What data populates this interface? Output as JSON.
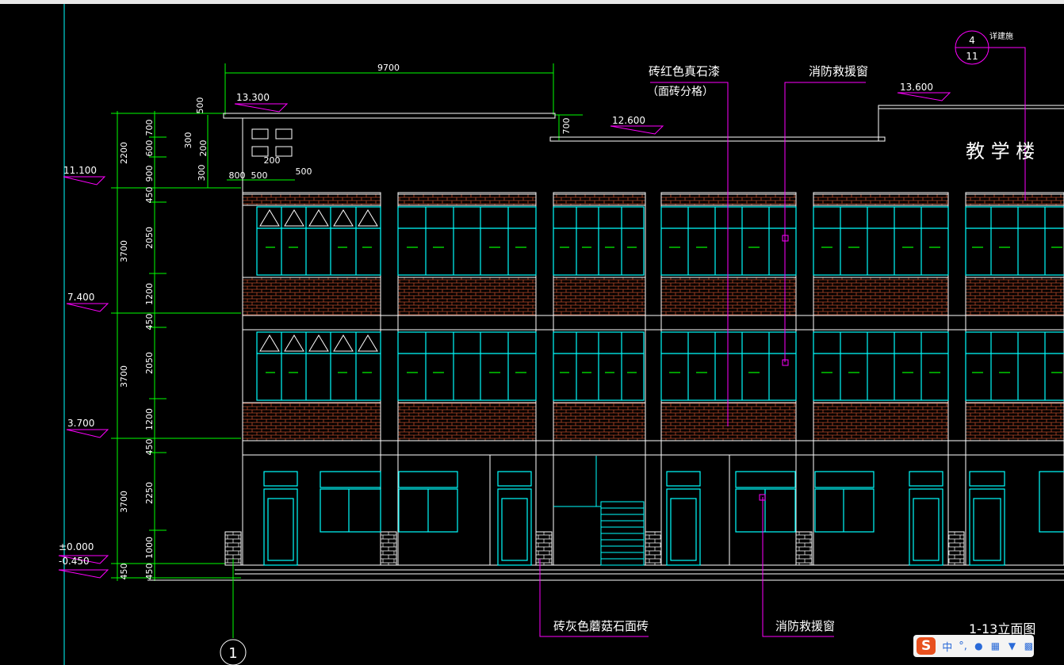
{
  "window": {
    "title": "1-13立面图"
  },
  "dims": {
    "top_span": "9700",
    "left_top": [
      "2200",
      "700",
      "600",
      "900",
      "450"
    ],
    "small": [
      "500",
      "300",
      "200",
      "300",
      "800",
      "500",
      "200",
      "500",
      "700"
    ],
    "left_floor_total": [
      "3700",
      "3700",
      "3700",
      "450"
    ],
    "left_floor_parts": [
      "2050",
      "1200",
      "450",
      "2050",
      "1200",
      "450",
      "2250",
      "1000",
      "450"
    ]
  },
  "elevations": [
    "11.100",
    "7.400",
    "3.700",
    "±0.000",
    "-0.450",
    "13.300",
    "12.600",
    "13.600"
  ],
  "notes": {
    "paint": "砖红色真石漆",
    "paint_sub": "（面砖分格）",
    "rescue_window_top": "消防救援窗",
    "base_tile": "砖灰色蘑菇石面砖",
    "rescue_window_bottom": "消防救援窗",
    "building_name": "教 学 楼",
    "callout_label": "详建施",
    "callout_top": "4",
    "callout_bottom": "11",
    "grid_axis": "1",
    "drawing_title": "1-13立面图"
  },
  "ime": {
    "lang": "中",
    "punct": "°,",
    "icons": [
      "microphone-icon",
      "keyboard-icon",
      "shirt-icon",
      "grid-icon"
    ]
  },
  "colors": {
    "bg": "#000000",
    "white": "#ffffff",
    "cyan": "#00ffff",
    "green": "#00ff00",
    "magenta": "#ff00ff",
    "brick": "#b94a2a"
  }
}
